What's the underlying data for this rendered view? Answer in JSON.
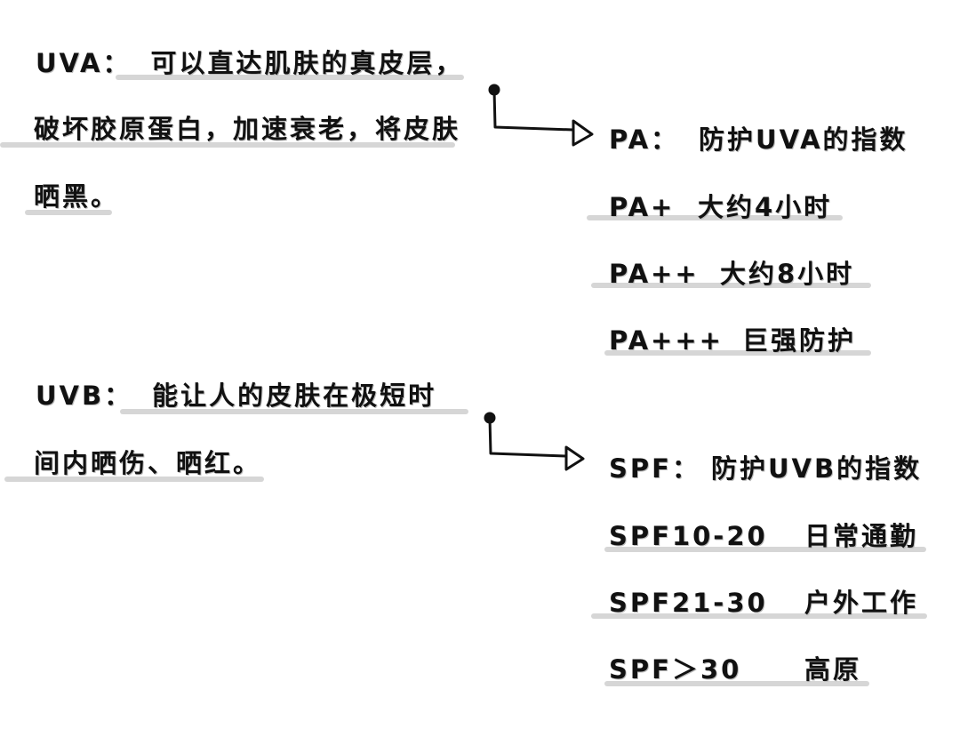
{
  "uva": {
    "label": "UVA：",
    "lines": [
      "可以直达肌肤的真皮层，",
      "破坏胶原蛋白，加速衰老，将皮肤",
      "晒黑。"
    ]
  },
  "uvb": {
    "label": "UVB：",
    "lines": [
      "能让人的皮肤在极短时",
      "间内晒伤、晒红。"
    ]
  },
  "pa": [
    {
      "key": "PA：",
      "value": "防护UVA的指数"
    },
    {
      "key": "PA+",
      "value": "大约4小时"
    },
    {
      "key": "PA++",
      "value": "大约8小时"
    },
    {
      "key": "PA+++",
      "value": "巨强防护"
    }
  ],
  "spf": [
    {
      "key": "SPF：",
      "value": "防护UVB的指数"
    },
    {
      "key": "SPF10-20",
      "value": "日常通勤"
    },
    {
      "key": "SPF21-30",
      "value": "户外工作"
    },
    {
      "key": "SPF＞30",
      "value": "高原"
    }
  ]
}
